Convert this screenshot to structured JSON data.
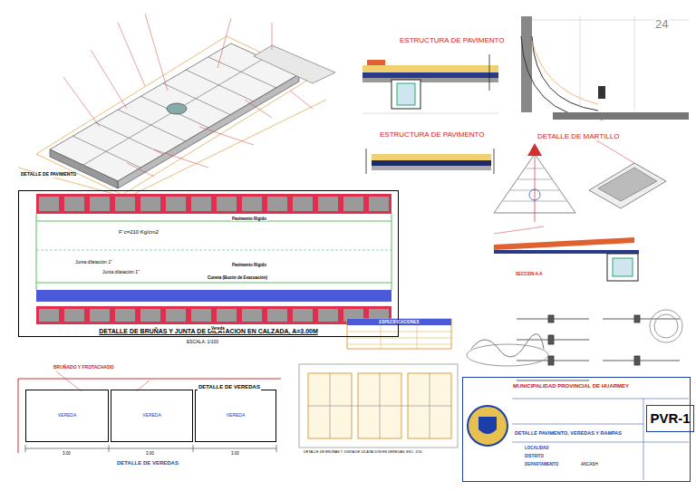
{
  "diagram": {
    "nodes": [
      {
        "text": [
          "DETALLE DE BRUÑAS Y JUNTA DE DILATACION EN CALZADA, A=3.00M"
        ]
      },
      {
        "text": [
          "MUNICIPALIDAD PROVINCIAL DE HUARMEY"
        ]
      },
      {
        "text": [
          "DETALLE PAVIMENTO, VEREDAS Y RAMPAS"
        ],
        "in": 1
      },
      {
        "text": [
          "PVR-1"
        ],
        "in": 1
      },
      {
        "text": [
          "VEREDA"
        ]
      },
      {
        "text": [
          "VEREDA"
        ]
      },
      {
        "text": [
          "VEREDA"
        ]
      },
      {
        "text": [
          "ESPECIFICACIONES"
        ]
      }
    ],
    "labels": [
      "24",
      "ESTRUCTURA DE PAVIMENTO",
      "ESTRUCTURA DE PAVIMENTO",
      "DETALLE DE MARTILLO",
      "DETALLE DE PAVIMENTO",
      "Pavimento Rigido",
      "F´c=210 Kg/cm2",
      "Junta dilatación 1\"",
      "Junta dilatación 1\"",
      "Pavimento Rigido",
      "Cuneta (Buzón de Evacuación)",
      "Vereda",
      "ESCALA: 1/100",
      "BRUÑADO Y FROTACHADO",
      "3.00",
      "3.00",
      "3.00",
      "DETALLE DE VEREDAS",
      "DETALLE DE VEREDAS",
      "SECCION A-A",
      "DETALLE DE BRUÑAS Y JUNTA DE DILATACION EN VEREDAS, ESC: 1/50",
      "LOCALIDAD",
      "DISTRITO",
      "DEPARTAMENTO",
      "ANCASH"
    ]
  }
}
